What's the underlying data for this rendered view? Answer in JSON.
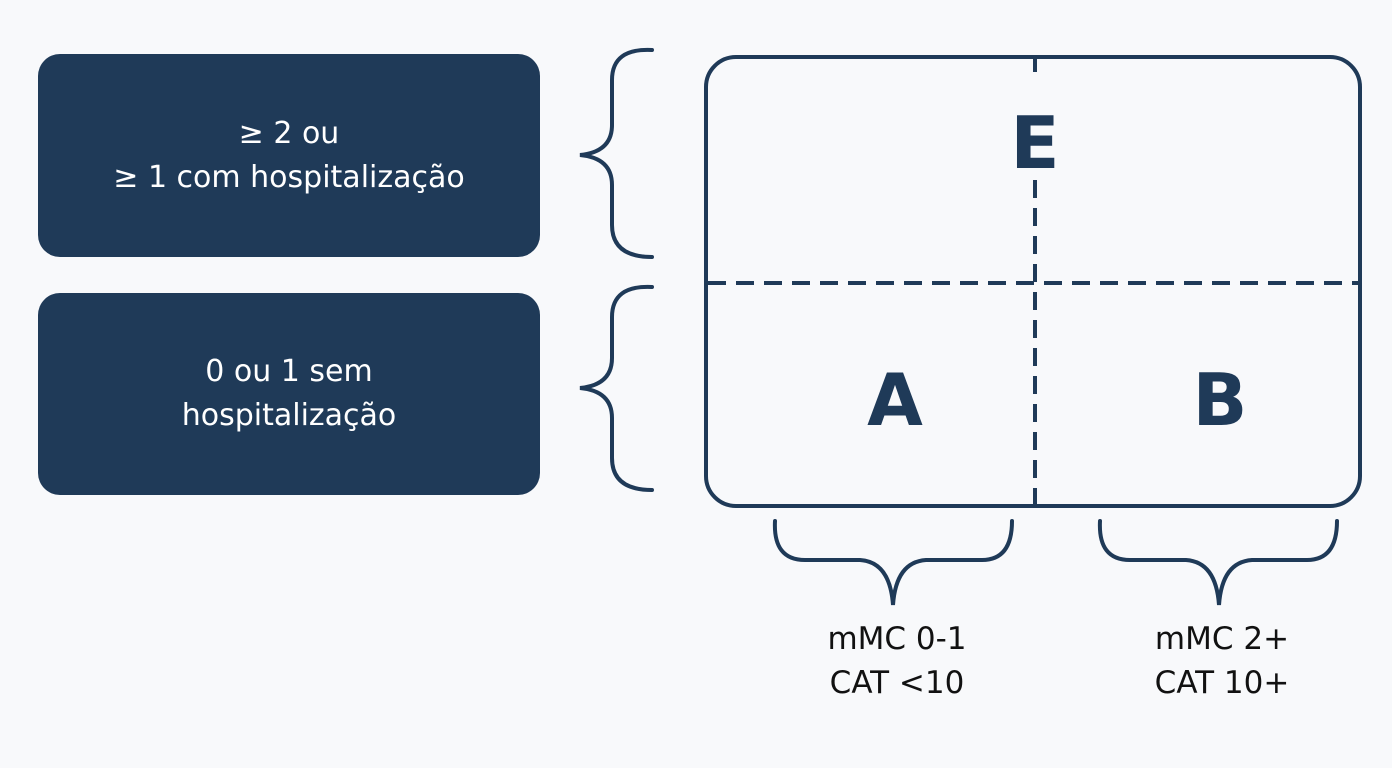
{
  "rows": [
    {
      "line1": "≥ 2 ou",
      "line2": "≥ 1 com hospitalização"
    },
    {
      "line1": "0 ou 1 sem",
      "line2": "hospitalização"
    }
  ],
  "groups": {
    "top": "E",
    "bottom_left": "A",
    "bottom_right": "B"
  },
  "columns": [
    {
      "line1": "mMC 0-1",
      "line2": "CAT <10"
    },
    {
      "line1": "mMC 2+",
      "line2": "CAT 10+"
    }
  ],
  "colors": {
    "navy": "#1f3a58",
    "background": "#f8f9fb"
  }
}
